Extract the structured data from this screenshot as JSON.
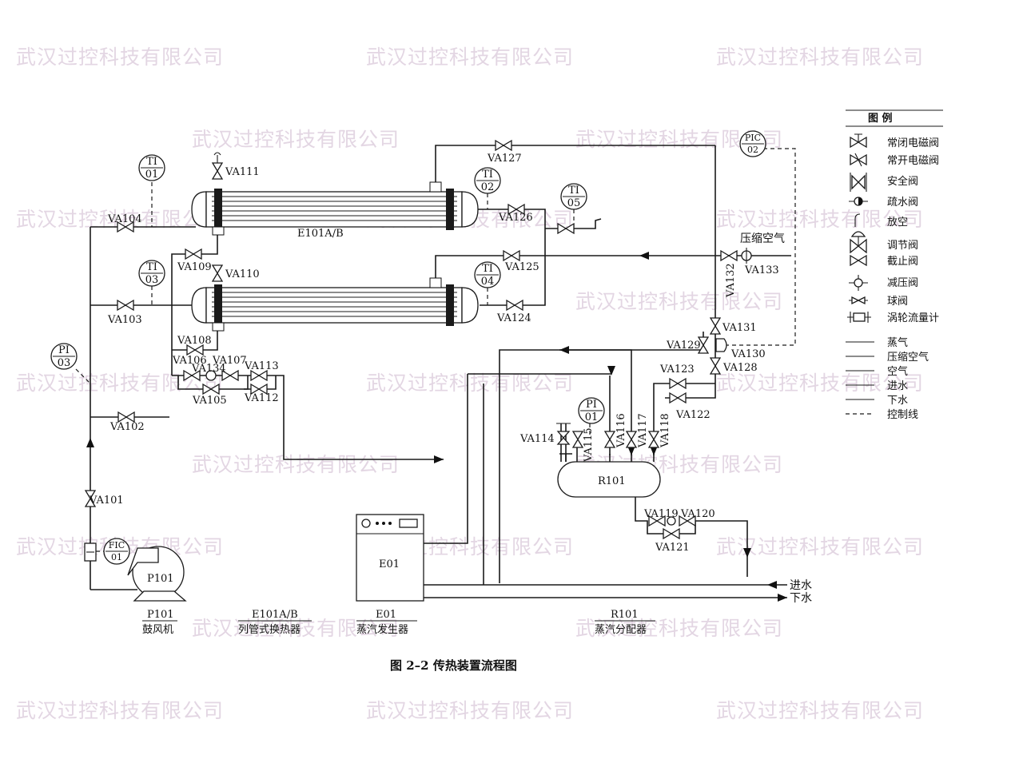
{
  "watermark": "武汉过控科技有限公司",
  "caption": "图 2–2   传热装置流程图",
  "equipment": {
    "p101": {
      "tag": "P101",
      "name": "鼓风机"
    },
    "e101": {
      "tag": "E101A/B",
      "name": "列管式换热器"
    },
    "e01": {
      "tag": "E01",
      "name": "蒸汽发生器"
    },
    "r101": {
      "tag": "R101",
      "name": "蒸汽分配器"
    }
  },
  "instruments": {
    "ti01": [
      "TI",
      "01"
    ],
    "ti02": [
      "TI",
      "02"
    ],
    "ti03": [
      "TI",
      "03"
    ],
    "ti04": [
      "TI",
      "04"
    ],
    "ti05": [
      "TI",
      "05"
    ],
    "pi03": [
      "PI",
      "03"
    ],
    "pi01": [
      "PI",
      "01"
    ],
    "fic01": [
      "FIC",
      "01"
    ],
    "pic02": [
      "PIC",
      "02"
    ]
  },
  "valves": {
    "va101": "VA101",
    "va102": "VA102",
    "va103": "VA103",
    "va104": "VA104",
    "va105": "VA105",
    "va106": "VA106",
    "va107": "VA107",
    "va108": "VA108",
    "va109": "VA109",
    "va110": "VA110",
    "va111": "VA111",
    "va112": "VA112",
    "va113": "VA113",
    "va114": "VA114",
    "va115": "VA115",
    "va116": "VA116",
    "va117": "VA117",
    "va118": "VA118",
    "va119": "VA119",
    "va120": "VA120",
    "va121": "VA121",
    "va122": "VA122",
    "va123": "VA123",
    "va124": "VA124",
    "va125": "VA125",
    "va126": "VA126",
    "va127": "VA127",
    "va128": "VA128",
    "va129": "VA129",
    "va130": "VA130",
    "va131": "VA131",
    "va132": "VA132",
    "va133": "VA133",
    "va134": "VA134"
  },
  "streams": {
    "compressed_air": "压缩空气",
    "water_in": "进水",
    "water_out": "下水"
  },
  "legend": {
    "title": "图  例",
    "items": [
      {
        "icon": "normally-closed-solenoid-valve-icon",
        "label": "常闭电磁阀"
      },
      {
        "icon": "normally-open-solenoid-valve-icon",
        "label": "常开电磁阀"
      },
      {
        "icon": "safety-valve-icon",
        "label": "安全阀"
      },
      {
        "icon": "steam-trap-icon",
        "label": "疏水阀"
      },
      {
        "icon": "vent-icon",
        "label": "放空"
      },
      {
        "icon": "control-valve-icon",
        "label": "调节阀"
      },
      {
        "icon": "globe-valve-icon",
        "label": "截止阀"
      },
      {
        "icon": "pressure-reducing-valve-icon",
        "label": "减压阀"
      },
      {
        "icon": "ball-valve-icon",
        "label": "球阀"
      },
      {
        "icon": "turbine-flowmeter-icon",
        "label": "涡轮流量计"
      },
      {
        "icon": "line-steam-icon",
        "label": "蒸气"
      },
      {
        "icon": "line-compressed-air-icon",
        "label": "压缩空气"
      },
      {
        "icon": "line-air-icon",
        "label": "空气"
      },
      {
        "icon": "line-water-in-icon",
        "label": "进水"
      },
      {
        "icon": "line-water-out-icon",
        "label": "下水"
      },
      {
        "icon": "line-control-icon",
        "label": "控制线"
      }
    ]
  }
}
